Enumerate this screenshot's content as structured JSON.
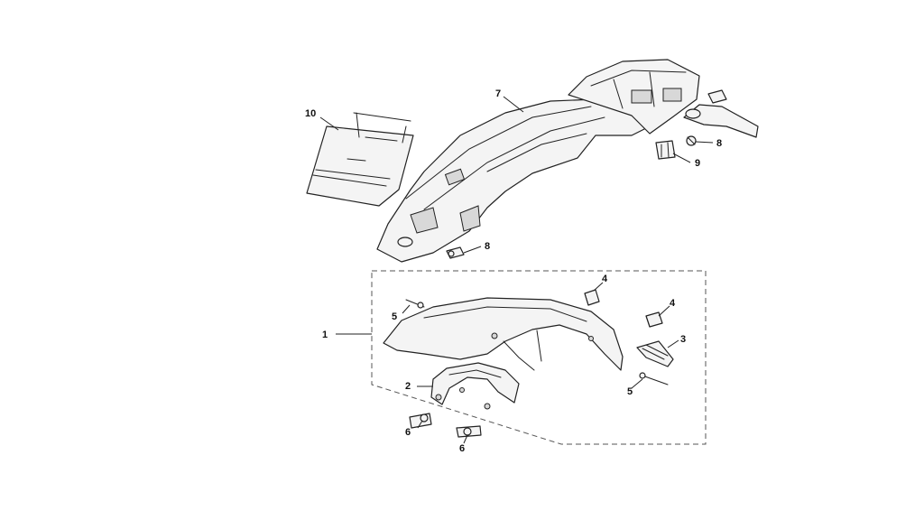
{
  "callouts": {
    "c1": "1",
    "c2": "2",
    "c3": "3",
    "c4a": "4",
    "c4b": "4",
    "c5a": "5",
    "c5b": "5",
    "c6a": "6",
    "c6b": "6",
    "c7": "7",
    "c8a": "8",
    "c8b": "8",
    "c9": "9",
    "c10": "10"
  }
}
